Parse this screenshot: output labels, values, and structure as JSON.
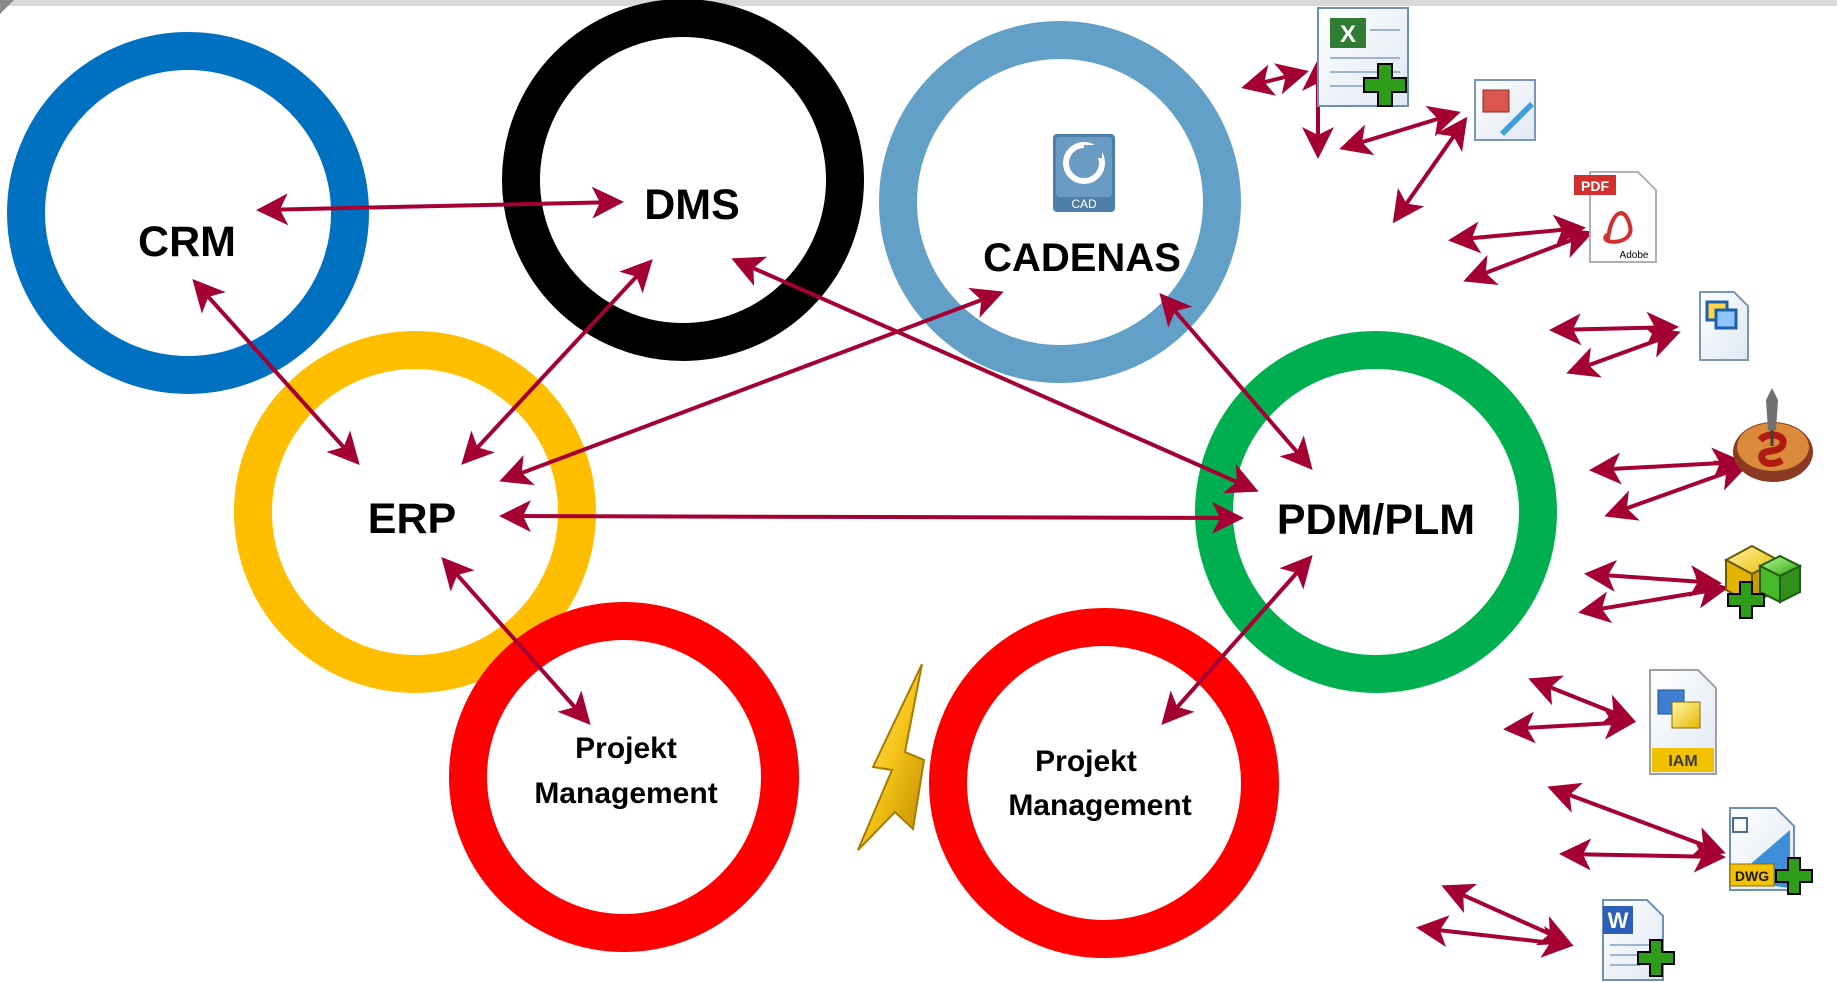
{
  "systems": {
    "crm": "CRM",
    "dms": "DMS",
    "cadenas": "CADENAS",
    "erp": "ERP",
    "pdm": "PDM/PLM",
    "pm1_line1": "Projekt",
    "pm1_line2": "Management",
    "pm2_line1": "Projekt",
    "pm2_line2": "Management"
  },
  "icon_labels": {
    "cad_logo": "CAD",
    "pdf": "PDF",
    "adobe": "Adobe",
    "iam": "IAM",
    "dwg": "DWG",
    "excel": "X",
    "word": "W"
  },
  "colors": {
    "crm_ring": "#0070c0",
    "dms_ring": "#000000",
    "cadenas_ring": "#63a0c8",
    "erp_ring": "#ffbf00",
    "pdm_ring": "#00b050",
    "pm_ring": "#ff0000",
    "arrow": "#a50034"
  }
}
